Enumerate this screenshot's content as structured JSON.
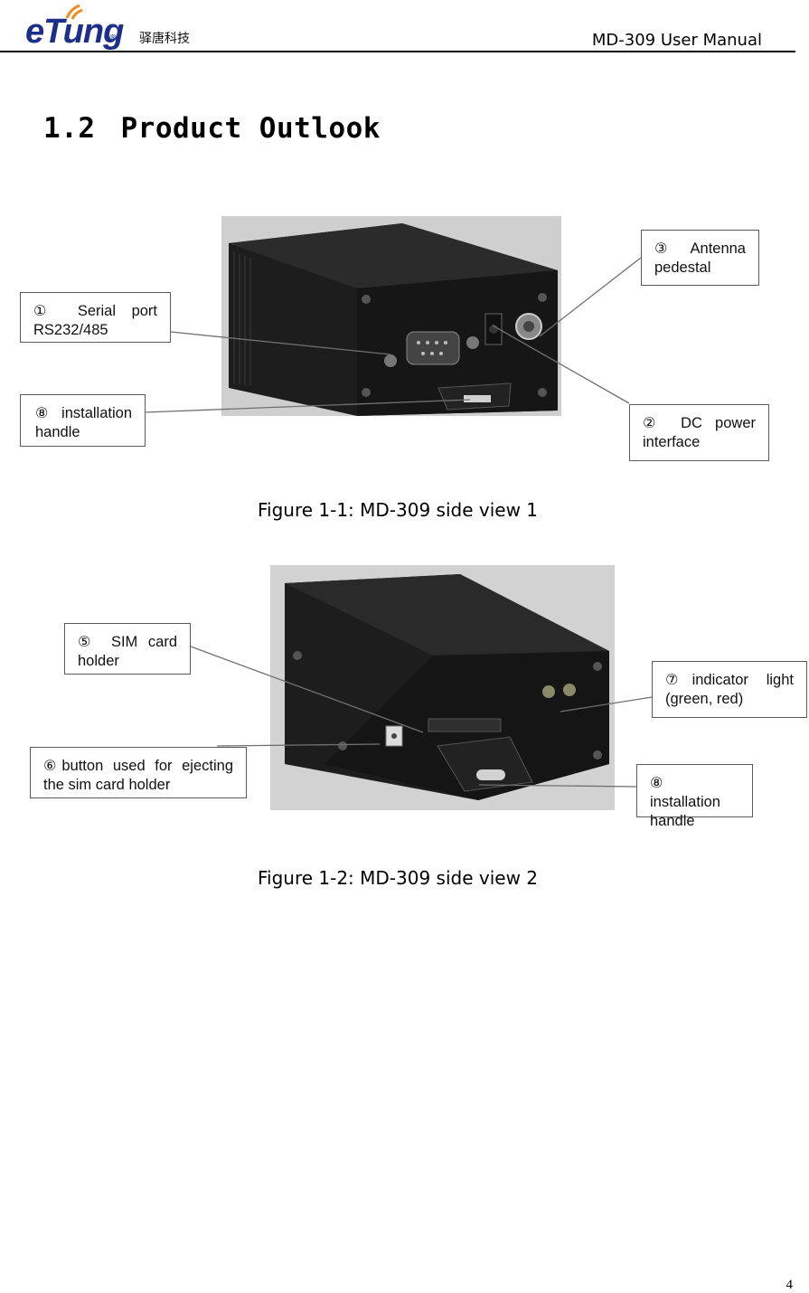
{
  "header": {
    "logo_text": "eTung",
    "logo_registered": "®",
    "logo_cn": "驿唐科技",
    "doc_title": "MD-309 User Manual"
  },
  "section": {
    "number": "1.2",
    "title": "Product Outlook"
  },
  "figure1": {
    "caption": "Figure 1-1: MD-309 side view 1",
    "callouts": [
      {
        "num": "①",
        "text": "Serial port RS232/485"
      },
      {
        "num": "⑧",
        "text": "installation handle"
      },
      {
        "num": "③",
        "text": "Antenna pedestal"
      },
      {
        "num": "②",
        "text": "DC power interface"
      }
    ]
  },
  "figure2": {
    "caption": "Figure 1-2: MD-309 side view 2",
    "callouts": [
      {
        "num": "⑤",
        "text": "SIM card holder"
      },
      {
        "num": "⑥",
        "text": "button used for ejecting the sim card holder"
      },
      {
        "num": "⑦",
        "text": "indicator light (green, red)"
      },
      {
        "num": "⑧",
        "text": "installation handle"
      }
    ]
  },
  "page_number": "4"
}
